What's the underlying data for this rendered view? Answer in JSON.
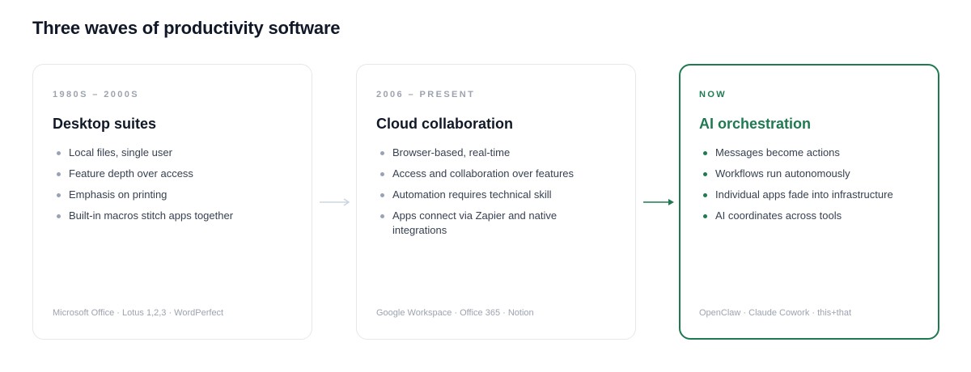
{
  "title": "Three waves of productivity software",
  "cards": [
    {
      "era": "1980s – 2000s",
      "title": "Desktop suites",
      "bullets": [
        "Local files, single user",
        "Feature depth over access",
        "Emphasis on printing",
        "Built-in macros stitch apps together"
      ],
      "footer": "Microsoft Office · Lotus 1,2,3 · WordPerfect"
    },
    {
      "era": "2006 – Present",
      "title": "Cloud collaboration",
      "bullets": [
        "Browser-based, real-time",
        "Access and collaboration over features",
        "Automation requires technical skill",
        "Apps connect via Zapier and native integrations"
      ],
      "footer": "Google Workspace · Office 365 · Notion"
    },
    {
      "era": "Now",
      "title": "AI orchestration",
      "bullets": [
        "Messages become actions",
        "Workflows run autonomously",
        "Individual apps fade into infrastructure",
        "AI coordinates across tools"
      ],
      "footer": "OpenClaw · Claude Cowork · this+that"
    }
  ],
  "colors": {
    "accent": "#1f7a52",
    "muted_arrow": "#cbd5e1",
    "bullet_dot": "#9aa3b5"
  },
  "icons": [
    "arrow-right-icon",
    "arrow-right-icon"
  ]
}
